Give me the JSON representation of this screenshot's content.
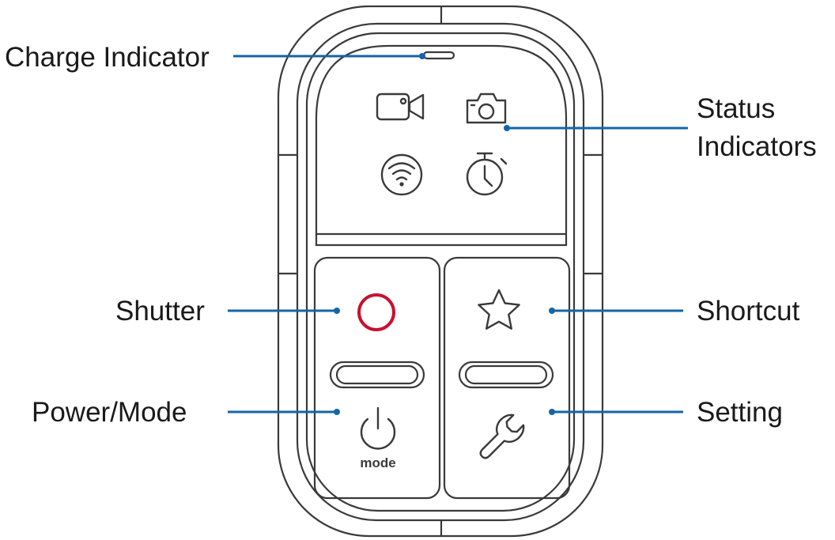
{
  "labels": {
    "charge_indicator": "Charge Indicator",
    "status_line1": "Status",
    "status_line2": "Indicators",
    "shutter": "Shutter",
    "shortcut": "Shortcut",
    "power_mode": "Power/Mode",
    "setting": "Setting"
  },
  "device": {
    "mode_text": "mode",
    "status_icons": [
      "video-camera-icon",
      "photo-camera-icon",
      "wifi-icon",
      "timer-icon"
    ],
    "buttons": [
      "shutter-button",
      "shortcut-button",
      "power-mode-button",
      "setting-button"
    ]
  },
  "colors": {
    "leader": "#1565a6",
    "shutter_ring": "#c8102e",
    "outline": "#3a3a3a"
  }
}
